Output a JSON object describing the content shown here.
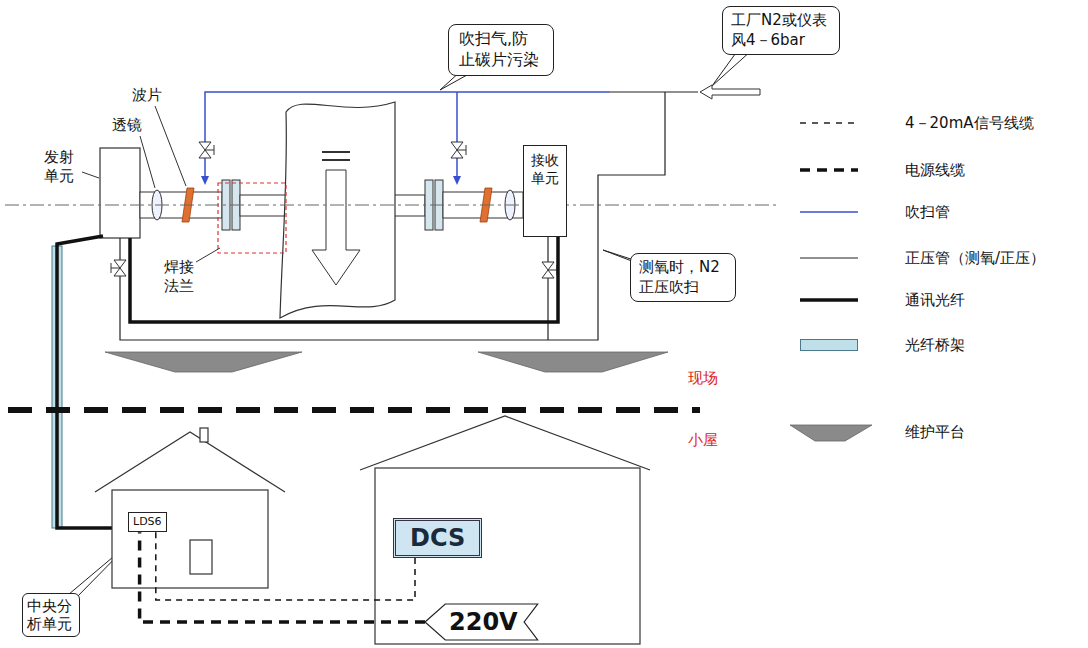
{
  "diagram": {
    "nodes": [
      {
        "text": [
          "吹扫气,防止碳片污染"
        ]
      },
      {
        "text": [
          "工厂N2或仪表风4－6bar"
        ]
      },
      {
        "text": [
          "接收单元"
        ]
      },
      {
        "text": [
          "测氧时，N2正压吹扫"
        ]
      },
      {
        "text": [
          "LDS6"
        ]
      },
      {
        "text": [
          "DCS"
        ]
      },
      {
        "text": [
          "220V"
        ]
      },
      {
        "text": [
          "中央分析单元"
        ]
      }
    ],
    "edges": [
      {
        "from": 4,
        "to": 5,
        "arrow": "none"
      },
      {
        "from": 6,
        "to": 4,
        "arrow": "none"
      }
    ],
    "labels": [
      "发射单元",
      "透镜",
      "波片",
      "焊接法兰",
      "现场",
      "小屋"
    ],
    "legend": [
      {
        "text": "4－20mA信号线缆"
      },
      {
        "text": "电源线缆"
      },
      {
        "text": "吹扫管"
      },
      {
        "text": "正压管（测氧/正压）"
      },
      {
        "text": "通讯光纤"
      },
      {
        "text": "光纤桥架",
        "color": "#bfe0e8"
      },
      {
        "text": "维护平台"
      }
    ]
  }
}
